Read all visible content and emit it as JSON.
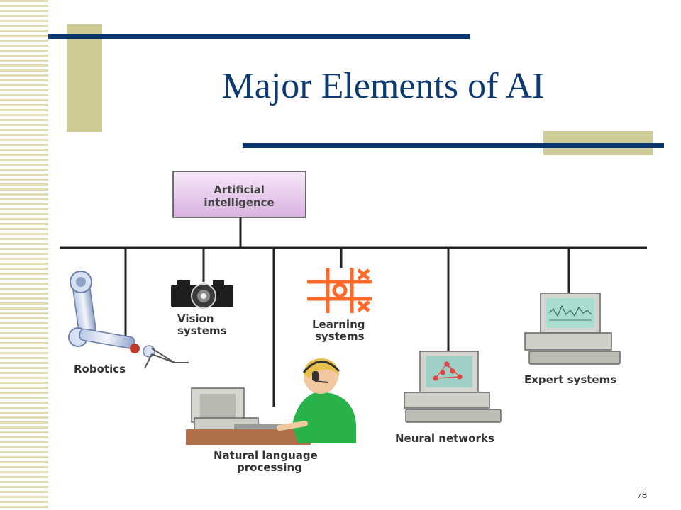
{
  "slide": {
    "title": "Major Elements of AI",
    "page_number": "78"
  },
  "diagram": {
    "root": {
      "line1": "Artificial",
      "line2": "intelligence"
    },
    "nodes": {
      "robotics": {
        "line1": "Robotics"
      },
      "vision": {
        "line1": "Vision",
        "line2": "systems"
      },
      "nlp": {
        "line1": "Natural language",
        "line2": "processing"
      },
      "learning": {
        "line1": "Learning",
        "line2": "systems"
      },
      "neural": {
        "line1": "Neural networks"
      },
      "expert": {
        "line1": "Expert systems"
      }
    }
  },
  "colors": {
    "title": "#0e3a72",
    "accent_bar": "#0b3770",
    "accent_block": "#cfcb96",
    "root_box": "#e6c6ea",
    "learning_grid": "#ff6a2a",
    "headset_shirt": "#29b14a"
  },
  "icons": [
    "robot-arm-icon",
    "camera-icon",
    "tic-tac-toe-icon",
    "computer-operator-icon",
    "computer-icon"
  ]
}
